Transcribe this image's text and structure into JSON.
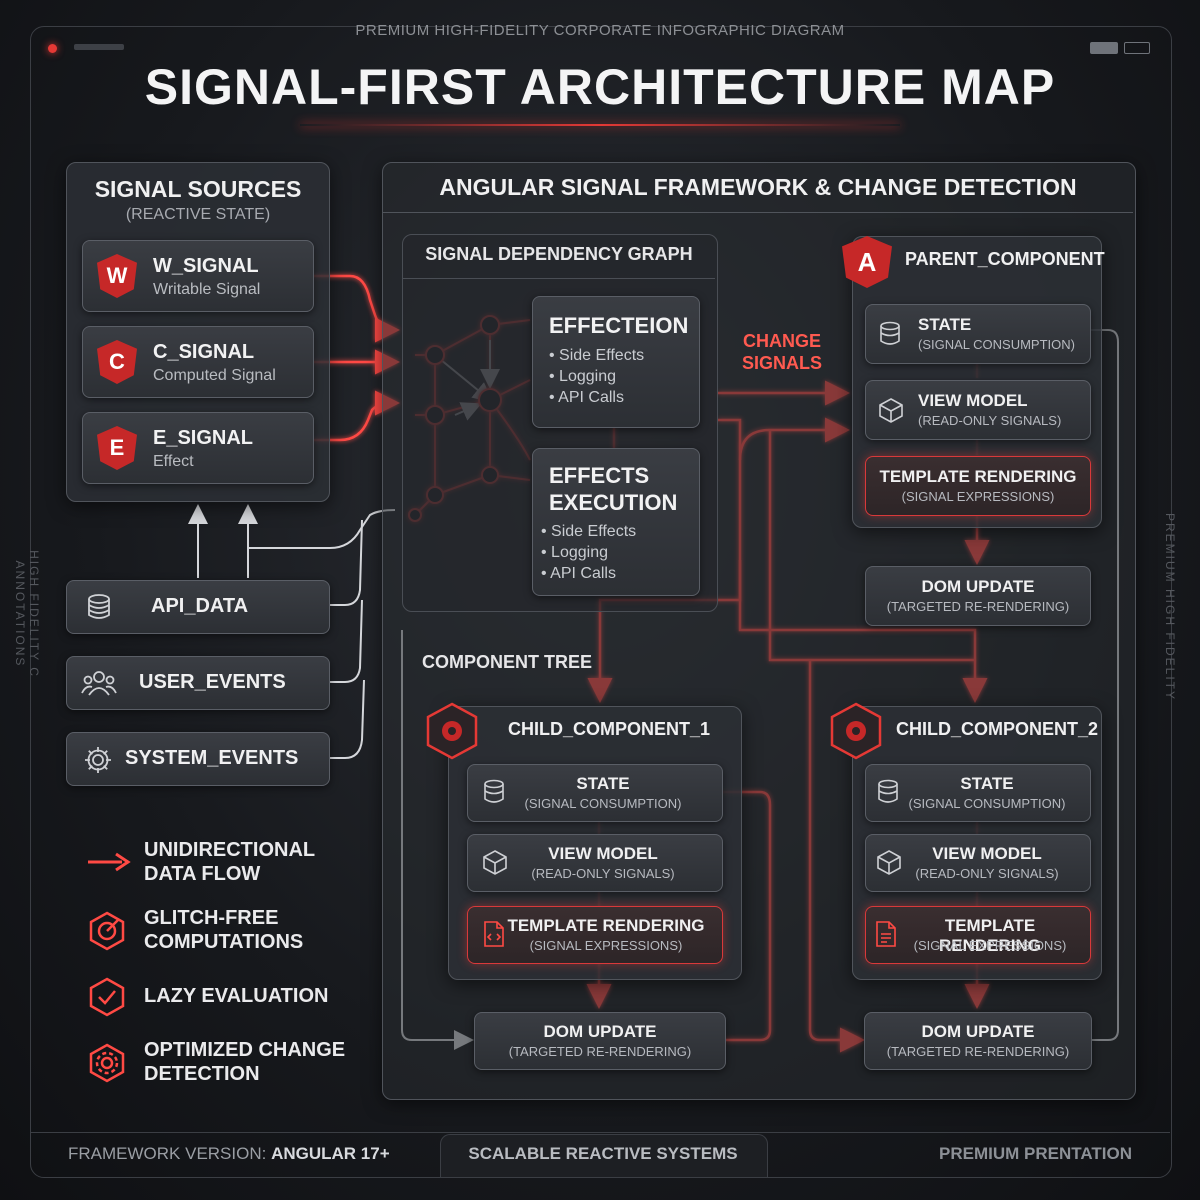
{
  "top_caption": "PREMIUM HIGH-FIDELITY CORPORATE INFOGRAPHIC DIAGRAM",
  "title": "SIGNAL-FIRST ARCHITECTURE MAP",
  "side_left": "HIGH FIDELITY C ANNOTATIONS",
  "side_right": "PREMIUM HIGH FIDELITY",
  "signal_sources": {
    "title": "SIGNAL SOURCES",
    "subtitle": "(REACTIVE STATE)",
    "items": [
      {
        "badge": "W",
        "name": "W_SIGNAL",
        "desc": "Writable Signal"
      },
      {
        "badge": "C",
        "name": "C_SIGNAL",
        "desc": "Computed Signal"
      },
      {
        "badge": "E",
        "name": "E_SIGNAL",
        "desc": "Effect"
      }
    ]
  },
  "inputs": [
    {
      "label": "API_DATA",
      "icon": "database-icon"
    },
    {
      "label": "USER_EVENTS",
      "icon": "users-icon"
    },
    {
      "label": "SYSTEM_EVENTS",
      "icon": "gear-icon"
    }
  ],
  "framework": {
    "title": "ANGULAR SIGNAL FRAMEWORK & CHANGE DETECTION",
    "graph_title": "SIGNAL DEPENDENCY GRAPH",
    "effect1": {
      "title": "EFFECTEION",
      "bullets": [
        "• Side Effects",
        "• Logging",
        "• API Calls"
      ]
    },
    "effect2": {
      "title_line1": "EFFECTS",
      "title_line2": "EXECUTION",
      "bullets": [
        "• Side Effects",
        "• Logging",
        "• API Calls"
      ]
    },
    "change_signals": [
      "CHANGE",
      "SIGNALS"
    ],
    "parent": {
      "badge": "A",
      "title": "PARENT_COMPONENT",
      "state": {
        "title": "STATE",
        "sub": "(SIGNAL CONSUMPTION)"
      },
      "view_model": {
        "title": "VIEW MODEL",
        "sub": "(READ-ONLY SIGNALS)"
      },
      "template": {
        "title": "TEMPLATE RENDERING",
        "sub": "(SIGNAL EXPRESSIONS)"
      },
      "dom": {
        "title": "DOM UPDATE",
        "sub": "(TARGETED RE-RENDERING)"
      }
    },
    "component_tree": "COMPONENT TREE",
    "child1": {
      "title": "CHILD_COMPONENT_1",
      "state": {
        "title": "STATE",
        "sub": "(SIGNAL CONSUMPTION)"
      },
      "view_model": {
        "title": "VIEW MODEL",
        "sub": "(READ-ONLY SIGNALS)"
      },
      "template": {
        "title": "TEMPLATE RENDERING",
        "sub": "(SIGNAL EXPRESSIONS)"
      },
      "dom": {
        "title": "DOM UPDATE",
        "sub": "(TARGETED RE-RENDERING)"
      }
    },
    "child2": {
      "title": "CHILD_COMPONENT_2",
      "state": {
        "title": "STATE",
        "sub": "(SIGNAL CONSUMPTION)"
      },
      "view_model": {
        "title": "VIEW MODEL",
        "sub": "(READ-ONLY SIGNALS)"
      },
      "template": {
        "title": "TEMPLATE RENDERING",
        "sub": "(SIGNAL EXPRESSIONS)"
      },
      "dom": {
        "title": "DOM UPDATE",
        "sub": "(TARGETED RE-RENDERING)"
      }
    }
  },
  "legend": [
    {
      "line1": "UNIDIRECTIONAL",
      "line2": "DATA FLOW",
      "icon": "arrow-right-icon"
    },
    {
      "line1": "GLITCH-FREE",
      "line2": "COMPUTATIONS",
      "icon": "target-icon"
    },
    {
      "line1": "LAZY EVALUATION",
      "line2": "",
      "icon": "check-shield-icon"
    },
    {
      "line1": "OPTIMIZED CHANGE",
      "line2": "DETECTION",
      "icon": "gear-shield-icon"
    }
  ],
  "footer": {
    "left_label": "FRAMEWORK VERSION: ",
    "left_value": "ANGULAR 17+",
    "center": "SCALABLE REACTIVE SYSTEMS",
    "right": "PREMIUM PRENTATION"
  },
  "colors": {
    "accent": "#e53935",
    "background": "#1b1d21",
    "connector": "#c9ccd1"
  }
}
